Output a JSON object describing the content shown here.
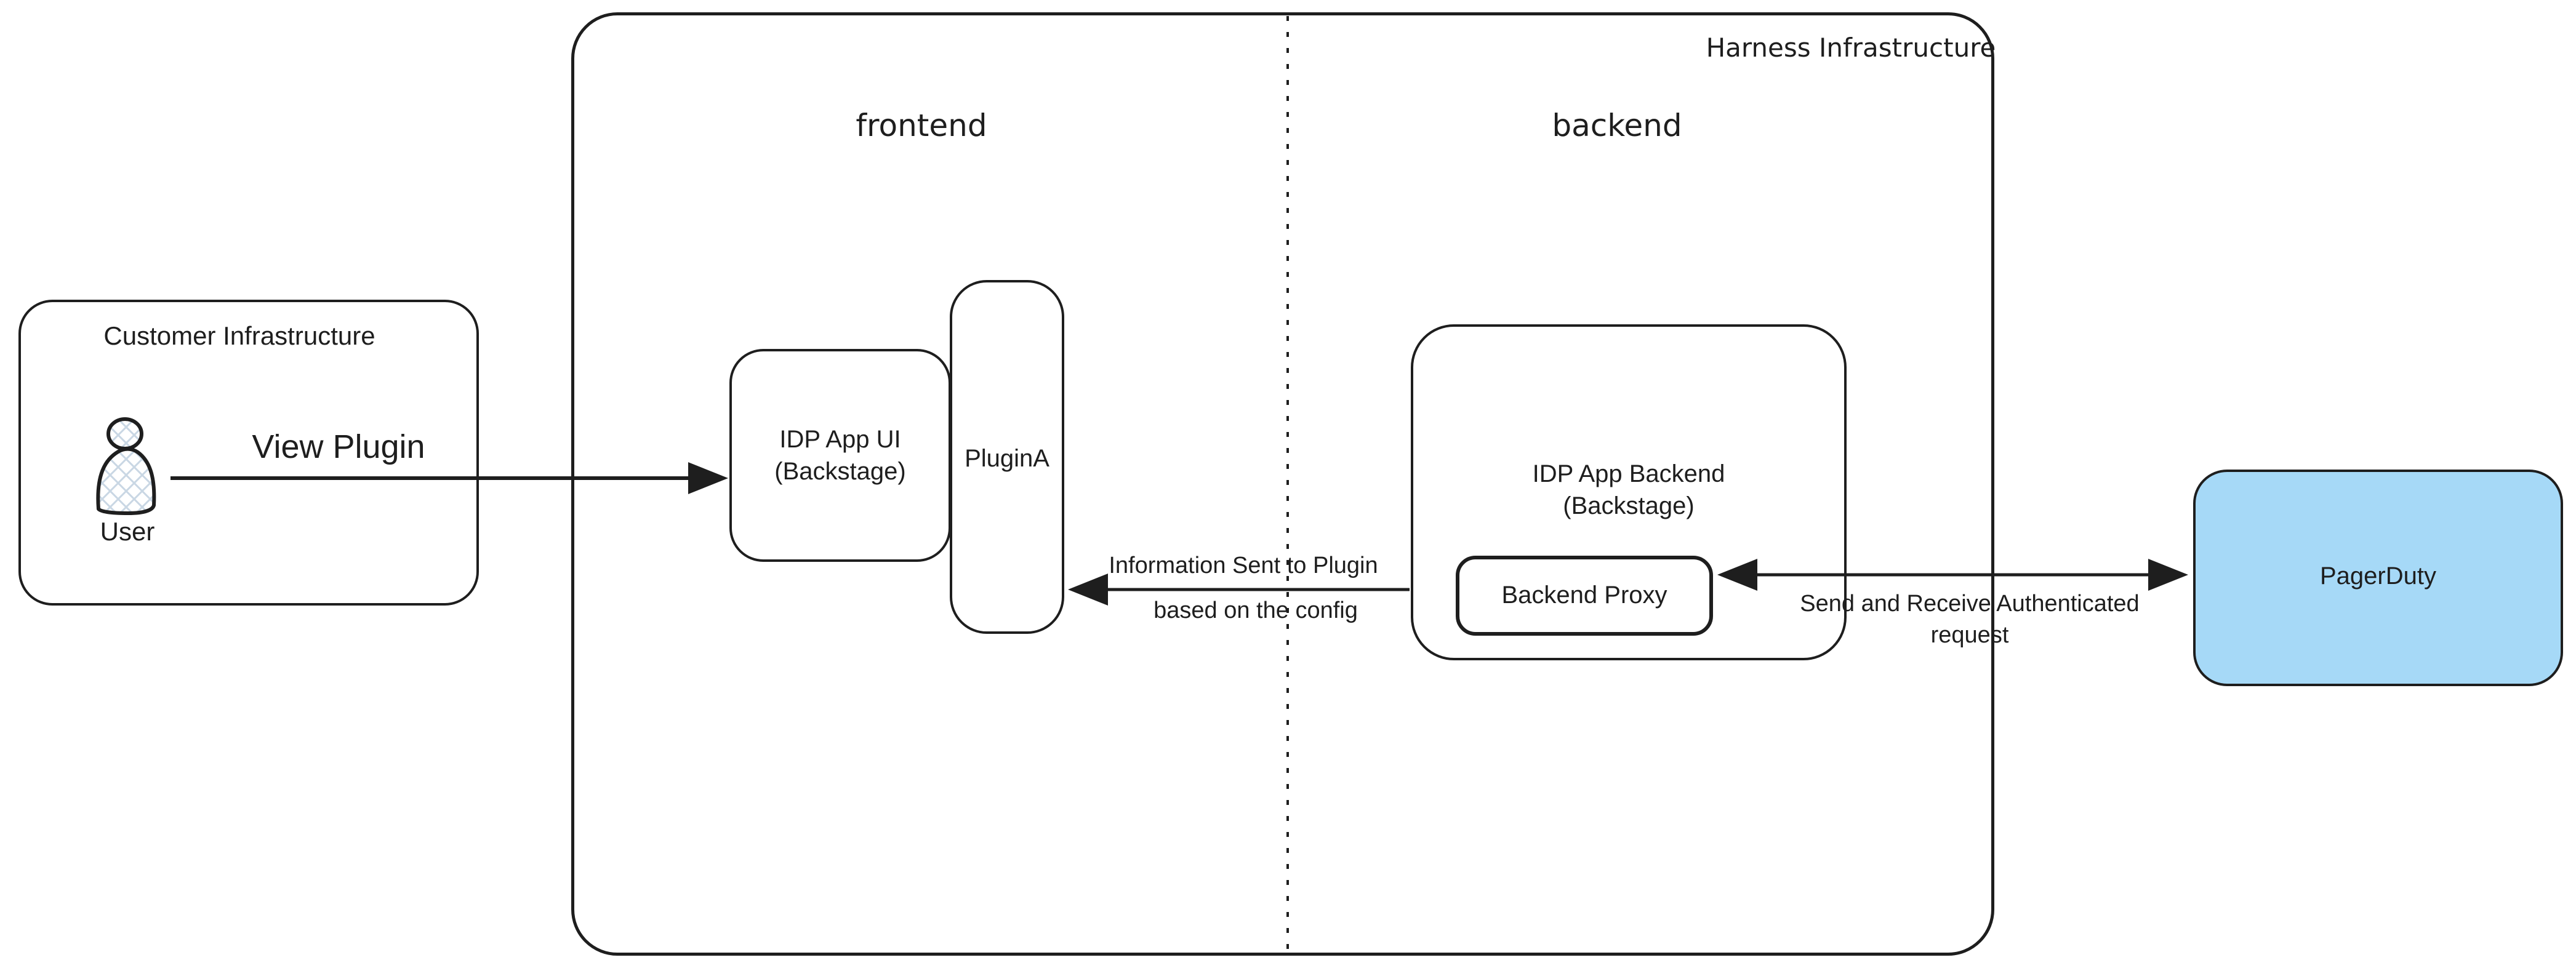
{
  "colors": {
    "stroke": "#1e1e1e",
    "pagerduty_fill": "#a6d9f7",
    "hatch_fill": "#c9d7e4",
    "background": "#ffffff"
  },
  "customer": {
    "title": "Customer Infrastructure",
    "user_label": "User"
  },
  "harness": {
    "title": "Harness Infrastructure",
    "frontend_label": "frontend",
    "backend_label": "backend"
  },
  "nodes": {
    "idp_app_ui": {
      "line1": "IDP App UI",
      "line2": "(Backstage)"
    },
    "plugin_a": {
      "label": "PluginA"
    },
    "idp_app_backend": {
      "line1": "IDP App Backend",
      "line2": "(Backstage)"
    },
    "backend_proxy": {
      "label": "Backend Proxy"
    },
    "pagerduty": {
      "label": "PagerDuty"
    }
  },
  "arrows": {
    "view_plugin": {
      "label": "View Plugin",
      "direction": "right"
    },
    "info_sent": {
      "line1": "Information Sent to Plugin",
      "line2": "based on the config",
      "direction": "left"
    },
    "auth_request": {
      "line1": "Send and Receive Authenticated",
      "line2": "request",
      "direction": "both"
    }
  }
}
